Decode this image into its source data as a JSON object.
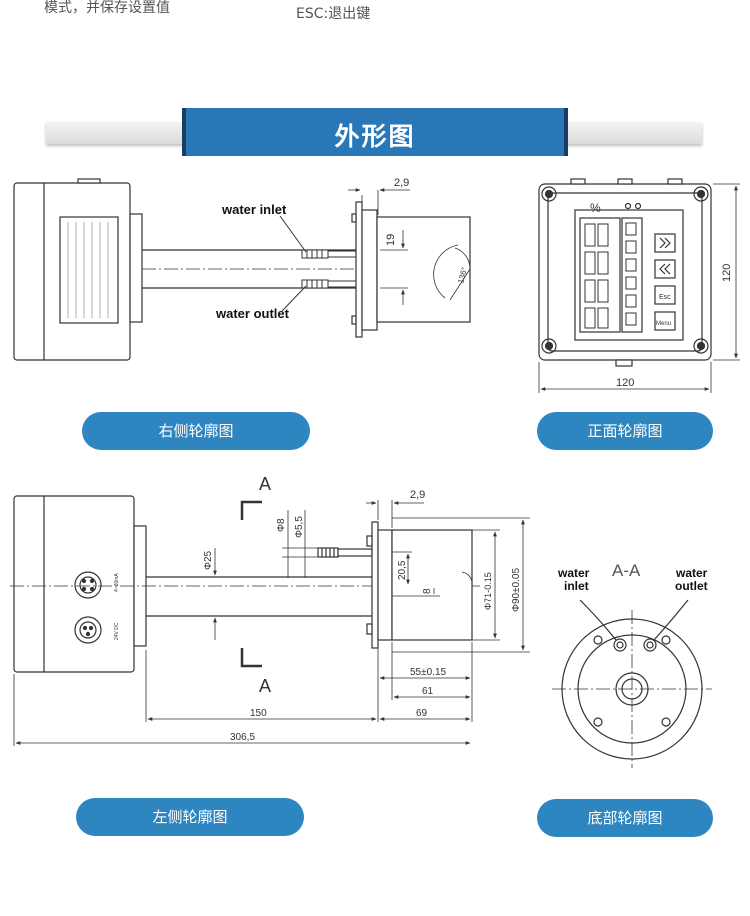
{
  "top_notes": {
    "left": "模式，并保存设置值",
    "right": "ESC:退出键"
  },
  "section_title": "外形图",
  "views": {
    "right_side": {
      "label": "右侧轮廓图",
      "water_inlet": "water inlet",
      "water_outlet": "water outlet",
      "dim_29": "2,9",
      "dim_19": "19",
      "dim_angle": "136°"
    },
    "front": {
      "label": "正面轮廓图",
      "unit": "%",
      "dim_width": "120",
      "dim_height": "120",
      "esc_key": "Esc",
      "menu_key": "Menu"
    },
    "left_side": {
      "label": "左侧轮廓图",
      "section_mark": "A",
      "dim_29": "2,9",
      "dim_d8": "Φ8",
      "dim_d55": "Φ5,5",
      "dim_d25": "Φ25",
      "dim_205": "20,5",
      "dim_8": "8",
      "dim_d71": "Φ71-0.15",
      "dim_d90": "Φ90±0.05",
      "dim_55": "55±0.15",
      "dim_61": "61",
      "dim_150": "150",
      "dim_69": "69",
      "dim_3065": "306,5",
      "port_label_1": "4~20mA",
      "port_label_2": "24V DC"
    },
    "bottom": {
      "label": "底部轮廓图",
      "section": "A-A",
      "water_inlet_1": "water",
      "water_inlet_2": "inlet",
      "water_outlet_1": "water",
      "water_outlet_2": "outlet"
    }
  },
  "colors": {
    "banner": "#2a77b7",
    "pill": "#2e86c1",
    "line": "#333333"
  }
}
